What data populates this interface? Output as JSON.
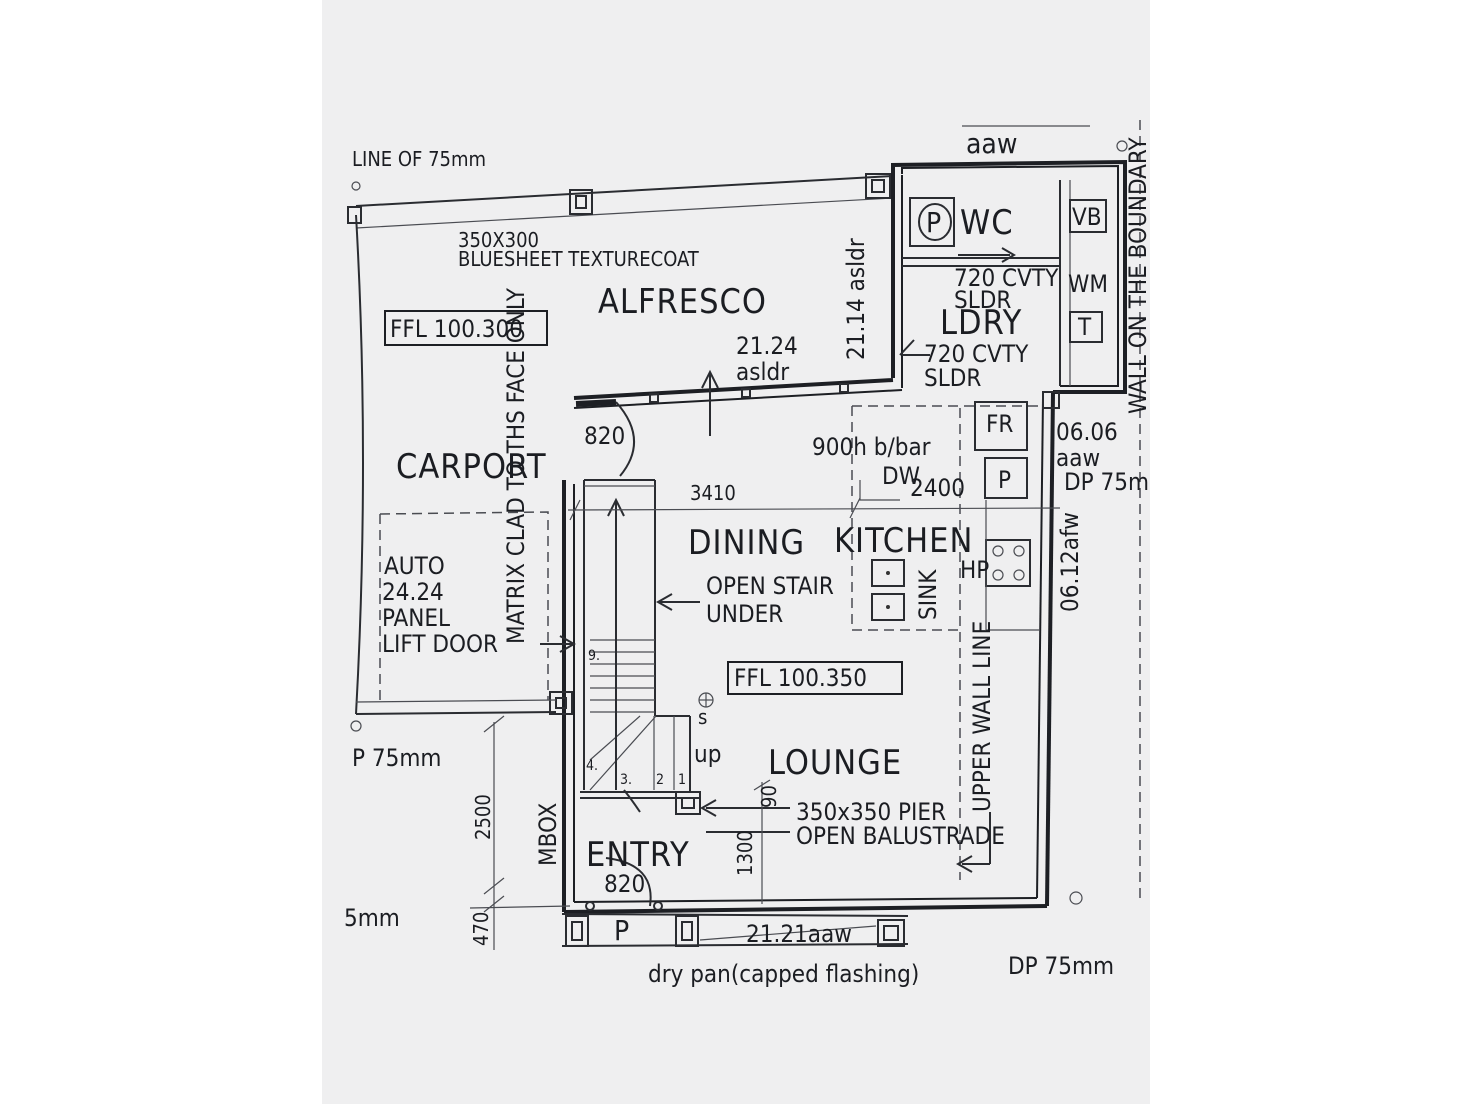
{
  "top_cut_line": "LINE OF 75mm",
  "labels": {
    "aaw_top": "aaw",
    "boundary": "WALL ON THE BOUNDARY",
    "bluesheet_1": "350X300",
    "bluesheet_2": "BLUESHEET TEXTURECOAT",
    "alfresco": "ALFRESCO",
    "ffl_alfresco": "FFL 100.300",
    "wc": "WC",
    "p_wc": "P",
    "vb": "VB",
    "wm": "WM",
    "t": "T",
    "cvty1_a": "720 CVTY",
    "cvty1_b": "SLDR",
    "ldry": "LDRY",
    "cvty2_a": "720 CVTY",
    "cvty2_b": "SLDR",
    "aslr_a": "21.24",
    "aslr_b": "asldr",
    "aslr_side": "21.14 asldr",
    "door_820_top": "820",
    "carport": "CARPORT",
    "bbar": "900h b/bar",
    "fr": "FR",
    "p_pantry": "P",
    "dw": "DW",
    "dim_2400": "2400",
    "dim_3410": "3410",
    "aaw_606_a": "06.06",
    "aaw_606_b": "aaw",
    "dp_right": "DP 75m",
    "dining": "DINING",
    "kitchen": "KITCHEN",
    "hp": "HP",
    "sink": "SINK",
    "afw": "06.12afw",
    "matrix": "MATRIX CLAD TO THS FACE ONLY",
    "auto_1": "AUTO",
    "auto_2": "24.24",
    "auto_3": "PANEL",
    "auto_4": "LIFT DOOR",
    "open_stair_1": "OPEN STAIR",
    "open_stair_2": "UNDER",
    "ffl_lounge": "FFL 100.350",
    "step_9": "9.",
    "step_4": "4.",
    "step_3": "3.",
    "step_2": "2",
    "step_1": "1",
    "up": "up",
    "s": "s",
    "lounge": "LOUNGE",
    "upper_wall": "UPPER WALL LINE",
    "pier": "350x350 PIER",
    "balustrade": "OPEN BALUSTRADE",
    "dim_1300": "1300",
    "dim_90": "90",
    "p75_left": "P 75mm",
    "dim_2500": "2500",
    "mbox": "MBOX",
    "entry": "ENTRY",
    "door_820_entry": "820",
    "mm_left": "5mm",
    "dim_470": "470",
    "p_front": "P",
    "aaw_front": "21.21aaw",
    "drypan": "dry pan(capped flashing)",
    "dp_bottom": "DP 75mm"
  }
}
